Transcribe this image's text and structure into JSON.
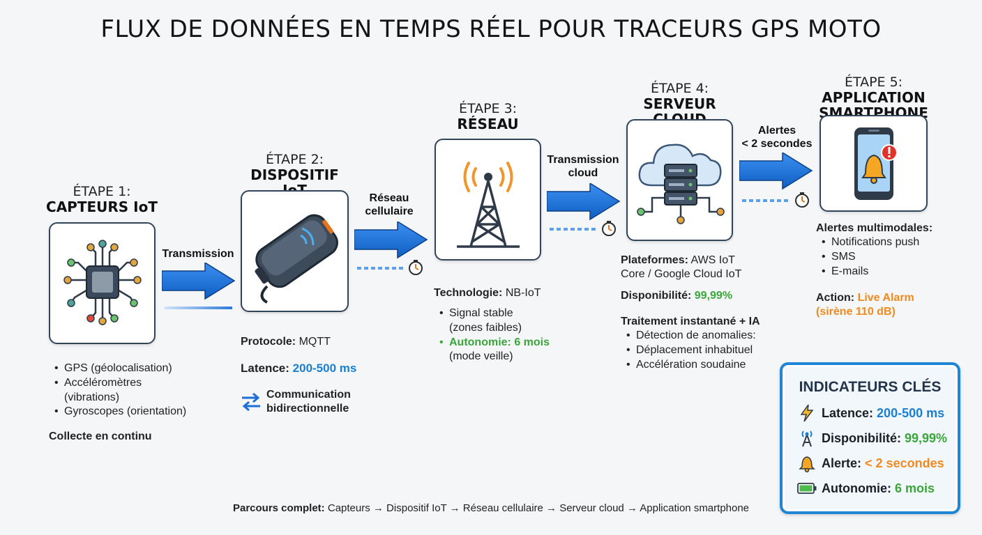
{
  "title": "FLUX DE DONNÉES EN TEMPS RÉEL POUR TRACEURS GPS MOTO",
  "steps": [
    {
      "label": "ÉTAPE 1:",
      "name": "CAPTEURS IoT"
    },
    {
      "label": "ÉTAPE 2:",
      "name": "DISPOSITIF IoT"
    },
    {
      "label": "ÉTAPE 3:",
      "name": "RÉSEAU"
    },
    {
      "label": "ÉTAPE 4:",
      "name": "SERVEUR CLOUD"
    },
    {
      "label": "ÉTAPE 5:",
      "name": "APPLICATION",
      "name2": "SMARTPHONE"
    }
  ],
  "arrows": {
    "a1": "Transmission",
    "a2_l1": "Réseau",
    "a2_l2": "cellulaire",
    "a3_l1": "Transmission",
    "a3_l2": "cloud",
    "a4_l1": "Alertes",
    "a4_l2": "< 2 secondes"
  },
  "step1": {
    "bullets": [
      "GPS (géolocalisation)",
      "Accéléromètres",
      "(vibrations)",
      "Gyroscopes (orientation)"
    ],
    "note": "Collecte en continu"
  },
  "step2": {
    "protocol_label": "Protocole:",
    "protocol_value": "MQTT",
    "latency_label": "Latence:",
    "latency_value": "200-500 ms",
    "comm_l1": "Communication",
    "comm_l2": "bidirectionnelle"
  },
  "step3": {
    "tech_label": "Technologie:",
    "tech_value": "NB-IoT",
    "b1": "Signal stable",
    "b1_sub": "(zones faibles)",
    "b2": "Autonomie: 6 mois",
    "b2_sub": "(mode veille)"
  },
  "step4": {
    "platforms_label": "Plateformes:",
    "platforms_l1": "AWS IoT",
    "platforms_l2": "Core / Google Cloud IoT",
    "avail_label": "Disponibilité:",
    "avail_value": "99,99%",
    "ai_title": "Traitement instantané + IA",
    "ai_items": [
      "Détection de anomalies:",
      "Déplacement inhabituel",
      "Accélération soudaine"
    ]
  },
  "step5": {
    "alerts_title": "Alertes multimodales:",
    "alerts_items": [
      "Notifications push",
      "SMS",
      "E-mails"
    ],
    "action_label": "Action:",
    "action_value": "Live Alarm",
    "action_sub": "(sirène 110 dB)"
  },
  "kpi": {
    "title": "INDICATEURS CLÉS",
    "rows": [
      {
        "label": "Latence:",
        "value": "200-500 ms",
        "icon": "lightning-icon",
        "color": "#1a7fd0"
      },
      {
        "label": "Disponibilité:",
        "value": "99,99%",
        "icon": "antenna-icon",
        "color": "#3aa63a"
      },
      {
        "label": "Alerte:",
        "value": "< 2 secondes",
        "icon": "bell-icon",
        "color": "#f08a1e"
      },
      {
        "label": "Autonomie:",
        "value": "6 mois",
        "icon": "battery-icon",
        "color": "#3aa63a"
      }
    ]
  },
  "footer": {
    "label": "Parcours complet:",
    "text": "Capteurs → Dispositif IoT → Réseau cellulaire → Serveur cloud → Application smartphone"
  },
  "colors": {
    "accent_blue": "#1a7fd0",
    "arrow_blue": "#1c6fd6",
    "green": "#3aa63a",
    "orange": "#f08a1e",
    "card_border": "#31445a"
  }
}
